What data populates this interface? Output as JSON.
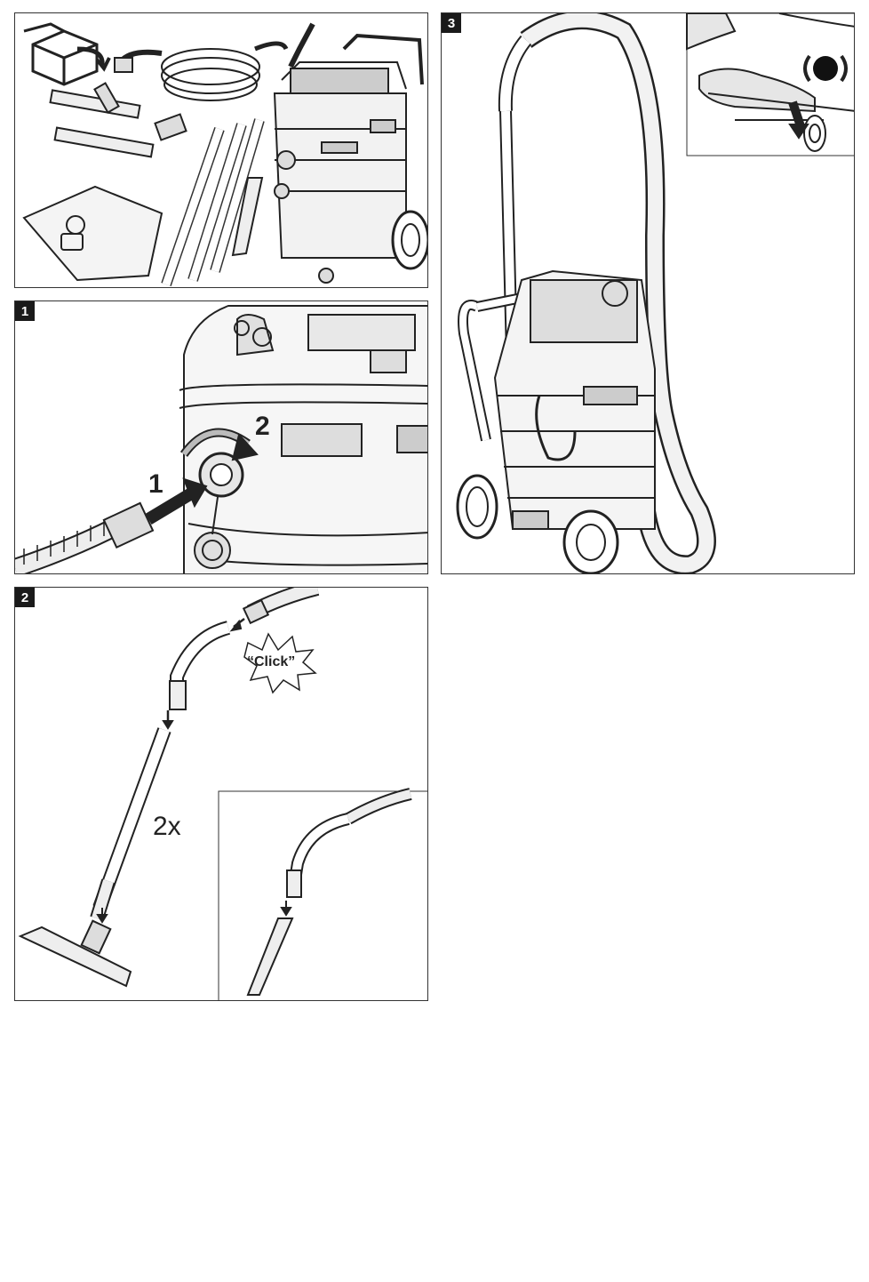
{
  "panels": {
    "unpack": {
      "label": ""
    },
    "p1": {
      "label": "1",
      "step1": "1",
      "step2": "2"
    },
    "p2": {
      "label": "2",
      "click": "“Click”",
      "times": "2x"
    },
    "p3": {
      "label": "3"
    }
  },
  "icons": {
    "box": "unbox-icon",
    "brake": "brake-lock-icon",
    "click_burst": "click-burst-icon"
  }
}
